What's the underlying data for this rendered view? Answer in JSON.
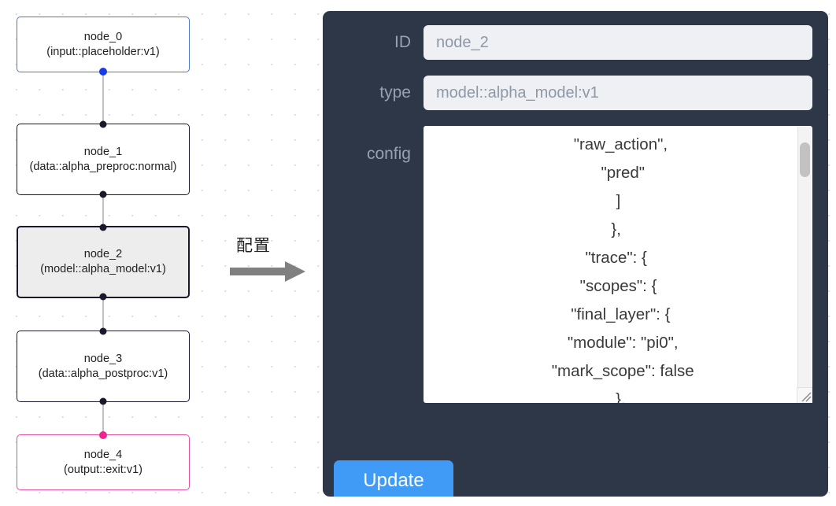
{
  "flow": {
    "nodes": [
      {
        "id": "node_0",
        "title": "node_0",
        "subtitle": "(input::placeholder:v1)",
        "variant": "input",
        "selected": false
      },
      {
        "id": "node_1",
        "title": "node_1",
        "subtitle": "(data::alpha_preproc:normal)",
        "variant": "default",
        "selected": false
      },
      {
        "id": "node_2",
        "title": "node_2",
        "subtitle": "(model::alpha_model:v1)",
        "variant": "default",
        "selected": true
      },
      {
        "id": "node_3",
        "title": "node_3",
        "subtitle": "(data::alpha_postproc:v1)",
        "variant": "default",
        "selected": false
      },
      {
        "id": "node_4",
        "title": "node_4",
        "subtitle": "(output::exit:v1)",
        "variant": "output",
        "selected": false
      }
    ],
    "colors": {
      "input_border": "#4a78c4",
      "output_border": "#e14f9a",
      "default_border": "#1a192b",
      "selected_fill": "#ededed",
      "handle_default": "#1a192b",
      "handle_input": "#1a3ce8",
      "handle_output": "#f0258c",
      "edge": "#b1b1b7",
      "dot_grid": "#d9d9e3"
    }
  },
  "annotation": {
    "label": "配置",
    "arrow_color": "#808080"
  },
  "panel": {
    "background": "#2e3748",
    "fields": [
      {
        "label": "ID",
        "value": "node_2"
      },
      {
        "label": "type",
        "value": "model::alpha_model:v1"
      }
    ],
    "config": {
      "label": "config",
      "value": "    \"raw_action\",\n     \"pred\"\n   ]\n  },\n  \"trace\": {\n   \"scopes\": {\n    \"final_layer\": {\n     \"module\": \"pi0\",\n     \"mark_scope\": false\n    },\n    \"action_model\": {"
    },
    "update_label": "Update",
    "update_color": "#3f9bf5"
  }
}
